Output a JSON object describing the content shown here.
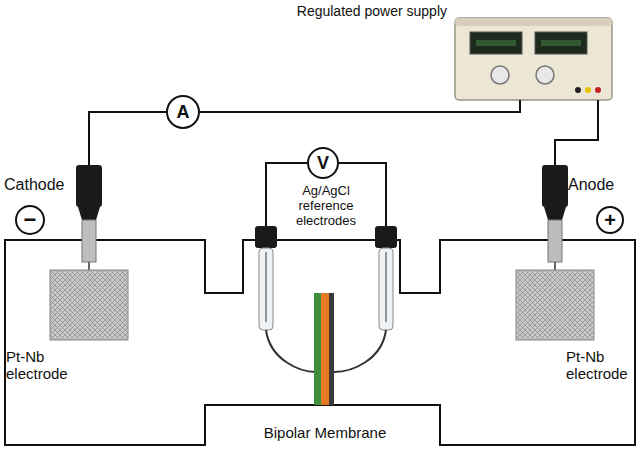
{
  "diagram": {
    "nodes": [
      {
        "text": [
          "Regulated power supply"
        ]
      },
      {
        "text": [
          "A"
        ]
      },
      {
        "text": [
          "V"
        ]
      },
      {
        "text": [
          "−"
        ]
      },
      {
        "text": [
          "+"
        ]
      }
    ],
    "edges": [
      {
        "from": 1,
        "to": 0,
        "arrow": "none"
      }
    ],
    "labels": [
      "Cathode",
      "Anode",
      "Ag/AgCl reference electrodes",
      "Pt-Nb electrode",
      "Pt-Nb electrode",
      "Bipolar Membrane"
    ]
  }
}
